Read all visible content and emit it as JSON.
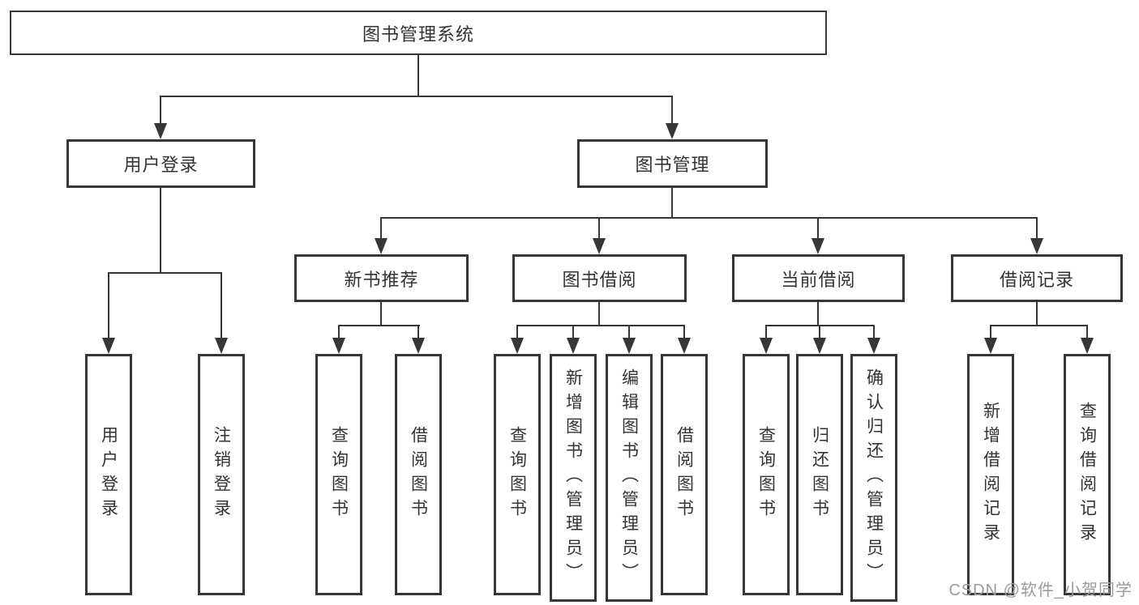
{
  "diagram": {
    "watermark": "CSDN @软件_小贺同学",
    "colors": {
      "line": "#363636",
      "text": "#333333",
      "watermark": "#9b9b9b",
      "background": "#ffffff"
    },
    "tree": {
      "label": "图书管理系统",
      "children": [
        {
          "label": "用户登录",
          "children": [
            {
              "label": "用户登录"
            },
            {
              "label": "注销登录"
            }
          ]
        },
        {
          "label": "图书管理",
          "children": [
            {
              "label": "新书推荐",
              "children": [
                {
                  "label": "查询图书"
                },
                {
                  "label": "借阅图书"
                }
              ]
            },
            {
              "label": "图书借阅",
              "children": [
                {
                  "label": "查询图书"
                },
                {
                  "label": "新增图书（管理员）"
                },
                {
                  "label": "编辑图书（管理员）"
                },
                {
                  "label": "借阅图书"
                }
              ]
            },
            {
              "label": "当前借阅",
              "children": [
                {
                  "label": "查询图书"
                },
                {
                  "label": "归还图书"
                },
                {
                  "label": "确认归还（管理员）"
                }
              ]
            },
            {
              "label": "借阅记录",
              "children": [
                {
                  "label": "新增借阅记录"
                },
                {
                  "label": "查询借阅记录"
                }
              ]
            }
          ]
        }
      ]
    }
  }
}
